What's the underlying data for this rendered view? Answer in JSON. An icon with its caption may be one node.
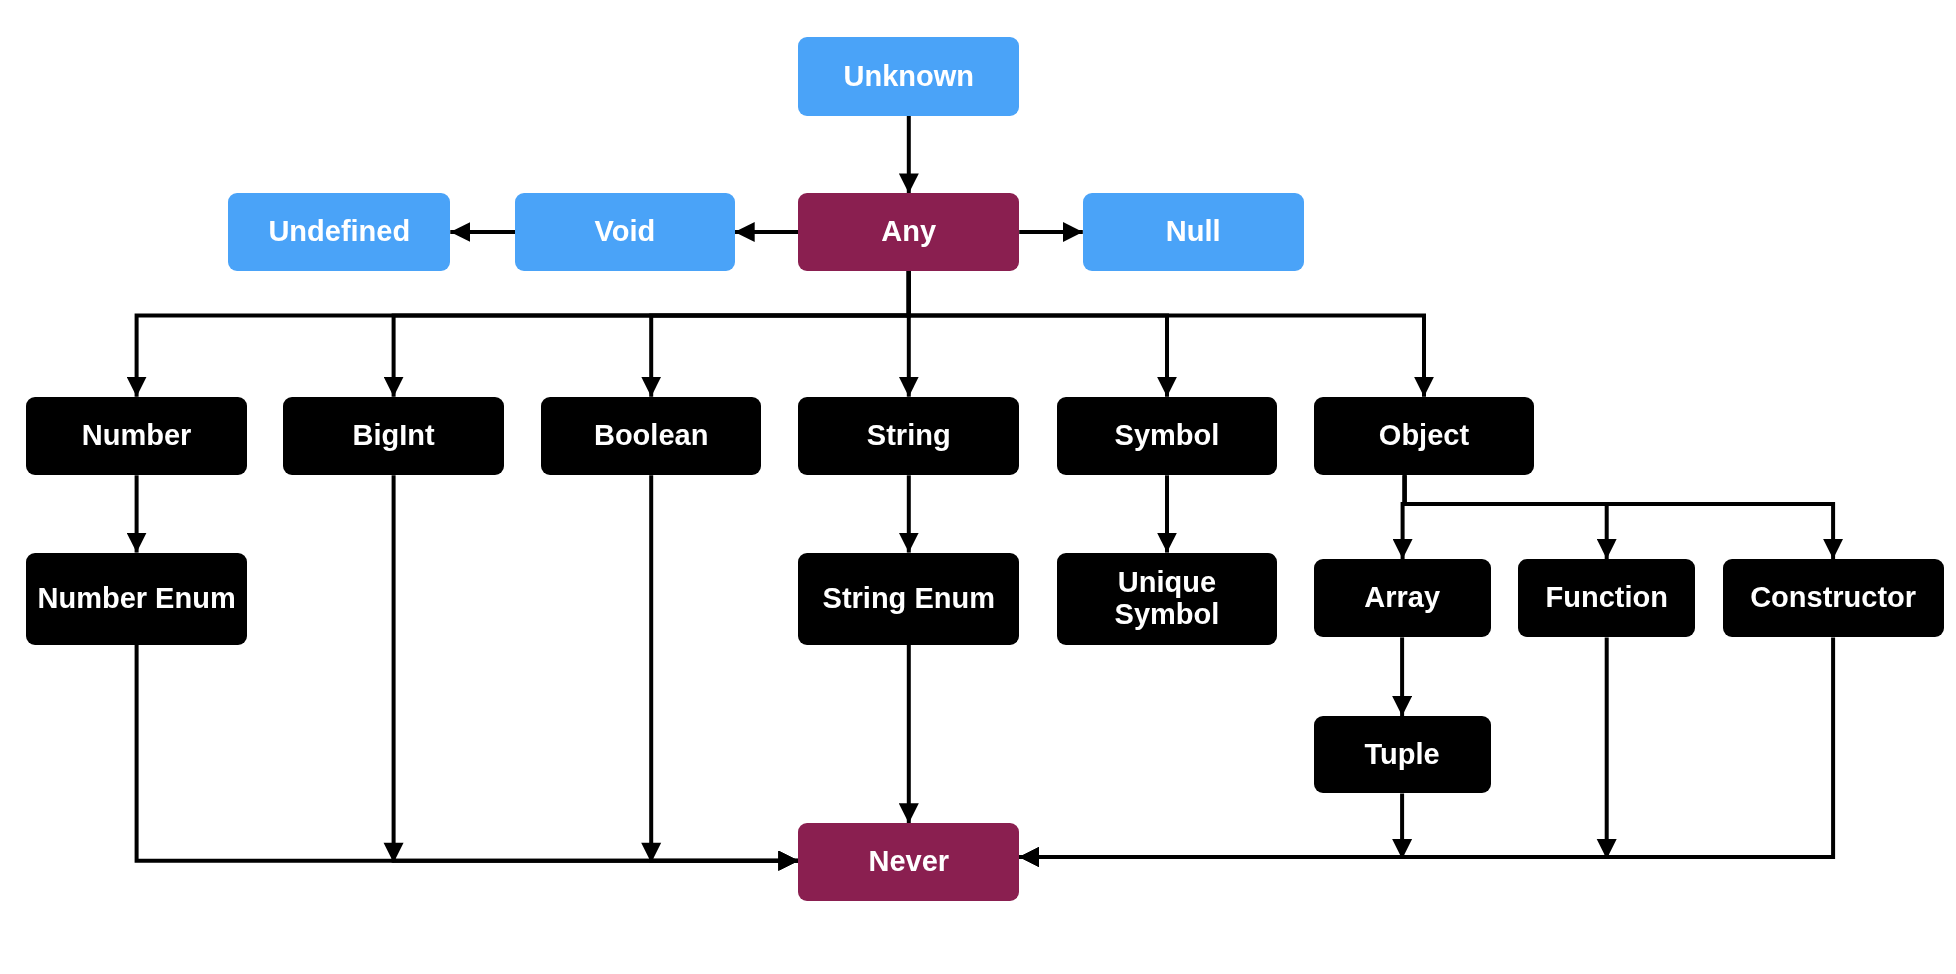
{
  "diagram": {
    "nodes": [
      {
        "text": [
          "Unknown"
        ]
      },
      {
        "text": [
          "Undefined"
        ]
      },
      {
        "text": [
          "Void"
        ]
      },
      {
        "text": [
          "Any"
        ]
      },
      {
        "text": [
          "Null"
        ]
      },
      {
        "text": [
          "Number"
        ]
      },
      {
        "text": [
          "BigInt"
        ]
      },
      {
        "text": [
          "Boolean"
        ]
      },
      {
        "text": [
          "String"
        ]
      },
      {
        "text": [
          "Symbol"
        ]
      },
      {
        "text": [
          "Object"
        ]
      },
      {
        "text": [
          "Number Enum"
        ]
      },
      {
        "text": [
          "String Enum"
        ]
      },
      {
        "text": [
          "Unique Symbol"
        ]
      },
      {
        "text": [
          "Array"
        ]
      },
      {
        "text": [
          "Function"
        ]
      },
      {
        "text": [
          "Constructor"
        ]
      },
      {
        "text": [
          "Tuple"
        ]
      },
      {
        "text": [
          "Never"
        ]
      }
    ],
    "edges": [
      {
        "from": 0,
        "to": 3,
        "arrow": "to"
      },
      {
        "from": 3,
        "to": 2,
        "arrow": "to"
      },
      {
        "from": 2,
        "to": 1,
        "arrow": "to"
      },
      {
        "from": 3,
        "to": 4,
        "arrow": "to"
      },
      {
        "from": 3,
        "to": 5,
        "arrow": "to"
      },
      {
        "from": 3,
        "to": 6,
        "arrow": "to"
      },
      {
        "from": 3,
        "to": 7,
        "arrow": "to"
      },
      {
        "from": 3,
        "to": 8,
        "arrow": "to"
      },
      {
        "from": 3,
        "to": 9,
        "arrow": "to"
      },
      {
        "from": 3,
        "to": 10,
        "arrow": "to"
      },
      {
        "from": 5,
        "to": 11,
        "arrow": "to"
      },
      {
        "from": 8,
        "to": 12,
        "arrow": "to"
      },
      {
        "from": 9,
        "to": 13,
        "arrow": "to"
      },
      {
        "from": 10,
        "to": 14,
        "arrow": "to"
      },
      {
        "from": 10,
        "to": 15,
        "arrow": "to"
      },
      {
        "from": 10,
        "to": 16,
        "arrow": "to"
      },
      {
        "from": 14,
        "to": 17,
        "arrow": "to"
      },
      {
        "from": 11,
        "to": 18,
        "arrow": "to"
      },
      {
        "from": 6,
        "to": 18,
        "arrow": "to"
      },
      {
        "from": 7,
        "to": 18,
        "arrow": "to"
      },
      {
        "from": 12,
        "to": 18,
        "arrow": "to"
      },
      {
        "from": 17,
        "to": 18,
        "arrow": "to"
      },
      {
        "from": 15,
        "to": 18,
        "arrow": "to"
      },
      {
        "from": 16,
        "to": 18,
        "arrow": "to"
      }
    ]
  }
}
